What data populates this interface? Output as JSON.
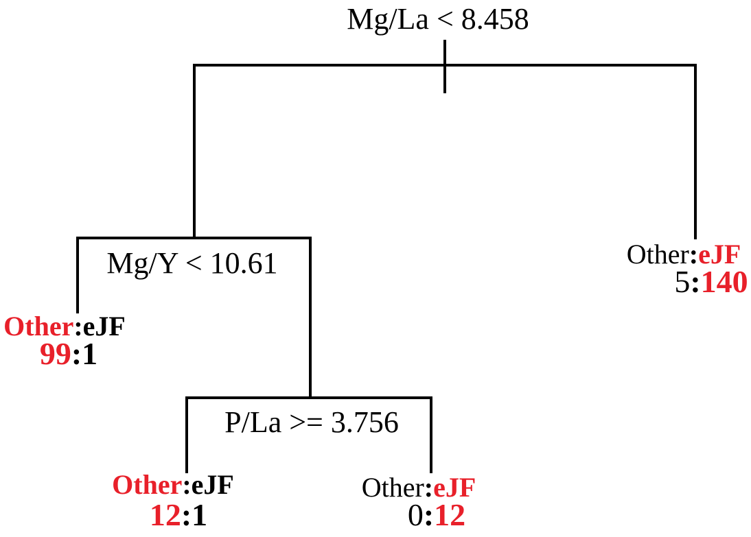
{
  "colors": {
    "edge": "#000000",
    "text": "#000000",
    "majority": "#e8202a"
  },
  "tree": {
    "root": {
      "condition": "Mg/La < 8.458"
    },
    "left_split": {
      "condition": "Mg/Y < 10.61"
    },
    "lower_split": {
      "condition": "P/La >= 3.756"
    },
    "leaves": [
      {
        "class_a": "Other",
        "sep": ":",
        "class_b": "eJF",
        "count_a": "5",
        "count_b": "140",
        "majority": "b",
        "bold": false
      },
      {
        "class_a": "Other",
        "sep": ":",
        "class_b": "eJF",
        "count_a": "99",
        "count_b": "1",
        "majority": "a",
        "bold": true
      },
      {
        "class_a": "Other",
        "sep": ":",
        "class_b": "eJF",
        "count_a": "12",
        "count_b": "1",
        "majority": "a",
        "bold": true
      },
      {
        "class_a": "Other",
        "sep": ":",
        "class_b": "eJF",
        "count_a": "0",
        "count_b": "12",
        "majority": "b",
        "bold": false
      }
    ]
  }
}
